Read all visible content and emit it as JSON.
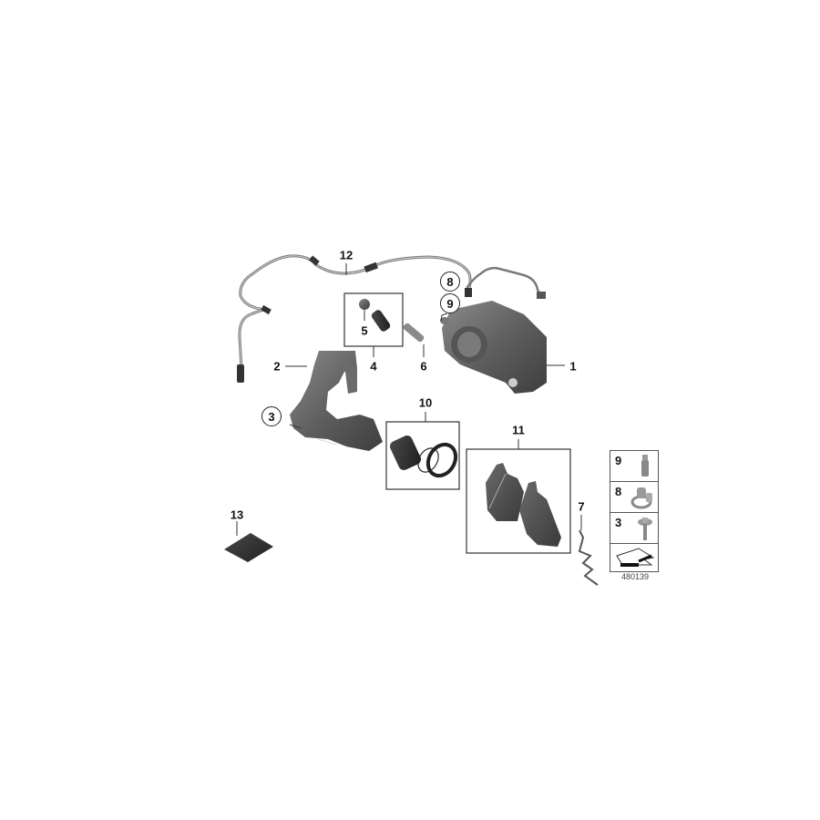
{
  "diagram": {
    "id_label": "480139",
    "callouts": [
      {
        "number": "1",
        "part": "brake-caliper-housing"
      },
      {
        "number": "2",
        "part": "brake-carrier"
      },
      {
        "number": "3",
        "part": "carrier-bolt",
        "circled": true
      },
      {
        "number": "4",
        "part": "guide-kit"
      },
      {
        "number": "5",
        "part": "guide-sleeve-cap"
      },
      {
        "number": "6",
        "part": "guide-bolt"
      },
      {
        "number": "7",
        "part": "retaining-spring"
      },
      {
        "number": "8",
        "part": "banjo-connector",
        "circled": true
      },
      {
        "number": "9",
        "part": "bleeder-valve",
        "circled": true
      },
      {
        "number": "10",
        "part": "piston-repair-kit"
      },
      {
        "number": "11",
        "part": "brake-pads-set"
      },
      {
        "number": "12",
        "part": "brake-wear-sensor"
      },
      {
        "number": "13",
        "part": "brake-grease-sachet"
      }
    ],
    "legend": [
      {
        "number": "9",
        "icon": "bleeder-screw-icon"
      },
      {
        "number": "8",
        "icon": "banjo-fitting-icon"
      },
      {
        "number": "3",
        "icon": "flange-bolt-icon"
      },
      {
        "number": "",
        "icon": "direction-arrow-icon"
      }
    ]
  },
  "labels": {
    "c1": "1",
    "c2": "2",
    "c3": "3",
    "c4": "4",
    "c5": "5",
    "c6": "6",
    "c7": "7",
    "c8": "8",
    "c9": "9",
    "c10": "10",
    "c11": "11",
    "c12": "12",
    "c13": "13"
  }
}
